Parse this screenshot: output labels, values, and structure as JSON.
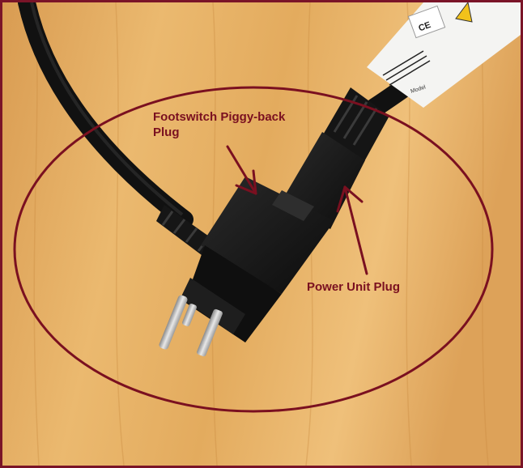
{
  "colors": {
    "annotation": "#7a1020",
    "frame": "#7a1428",
    "wood_light": "#e9b56a",
    "wood_dark": "#c98a3e",
    "cable": "#121212"
  },
  "annotations": {
    "footswitch_line1": "Footswitch Piggy-back",
    "footswitch_line2": "Plug",
    "power_unit": "Power Unit Plug"
  },
  "label_tag": {
    "ce_mark": "CE",
    "model_text": "Model"
  }
}
